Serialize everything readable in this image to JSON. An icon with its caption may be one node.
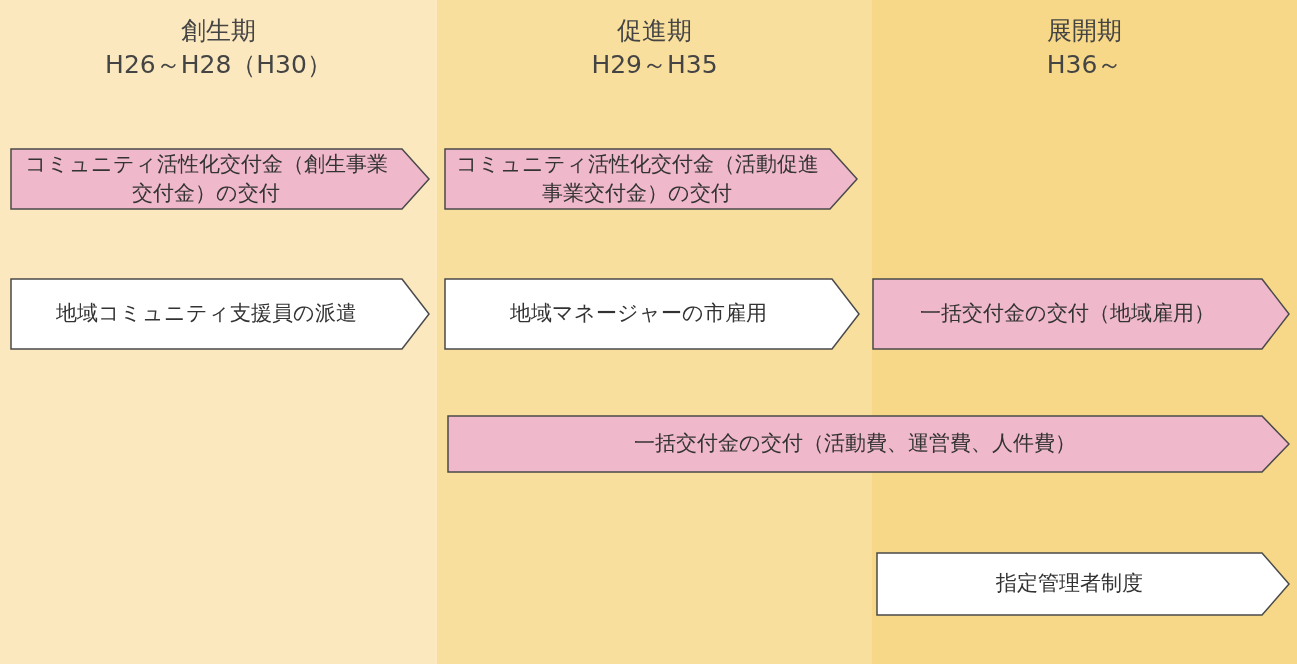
{
  "diagram": {
    "nodes": [
      {
        "text": [
          "創生期",
          "H26～H28（H30）"
        ]
      },
      {
        "text": [
          "促進期",
          "H29～H35"
        ]
      },
      {
        "text": [
          "展開期",
          "H36～"
        ]
      },
      {
        "text": [
          "コミュニティ活性化交付金（創生事業交付金）の交付"
        ],
        "in": 0
      },
      {
        "text": [
          "コミュニティ活性化交付金（活動促進事業交付金）の交付"
        ],
        "in": 1
      },
      {
        "text": [
          "地域コミュニティ支援員の派遣"
        ],
        "in": 0
      },
      {
        "text": [
          "地域マネージャーの市雇用"
        ],
        "in": 1
      },
      {
        "text": [
          "一括交付金の交付（地域雇用）"
        ],
        "in": 2
      },
      {
        "text": [
          "一括交付金の交付（活動費、運営費、人件費）"
        ]
      },
      {
        "text": [
          "指定管理者制度"
        ],
        "in": 2
      }
    ]
  }
}
